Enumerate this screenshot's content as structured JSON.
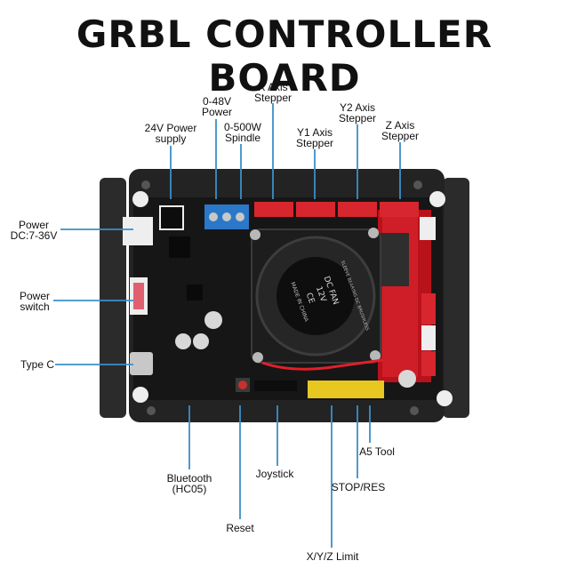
{
  "title": "GRBL CONTROLLER BOARD",
  "colors": {
    "callout_line": "#3b8fc9",
    "pcb": "#1a1a1a",
    "plate": "#222222",
    "fan": "#2a2a2a",
    "terminal_red": "#c8202a",
    "terminal_blue": "#2b78c8",
    "header_yellow": "#e8c820"
  },
  "labels": {
    "x_axis": [
      "X Axis",
      "Stepper"
    ],
    "y1_axis": [
      "Y1 Axis",
      "Stepper"
    ],
    "y2_axis": [
      "Y2 Axis",
      "Stepper"
    ],
    "z_axis": [
      "Z Axis",
      "Stepper"
    ],
    "power_48v": [
      "0-48V",
      "Power"
    ],
    "spindle": [
      "0-500W",
      "Spindle"
    ],
    "power_24v": [
      "24V Power",
      "supply"
    ],
    "power_dc": [
      "Power",
      "DC:7-36V"
    ],
    "power_switch": [
      "Power",
      "switch"
    ],
    "type_c": [
      "Type C"
    ],
    "bluetooth": [
      "Bluetooth",
      "(HC05)"
    ],
    "joystick": [
      "Joystick"
    ],
    "reset": [
      "Reset"
    ],
    "xyz_limit": [
      "X/Y/Z Limit"
    ],
    "stop_res": [
      "STOP/RES"
    ],
    "a5_tool": [
      "A5 Tool"
    ]
  },
  "fan_text": {
    "model": "DC FAN",
    "voltage": "12V",
    "brand": "SLEEVE BEARING DC BRUSHLESS",
    "ce": "CE",
    "origin": "MADE IN CHINA"
  }
}
